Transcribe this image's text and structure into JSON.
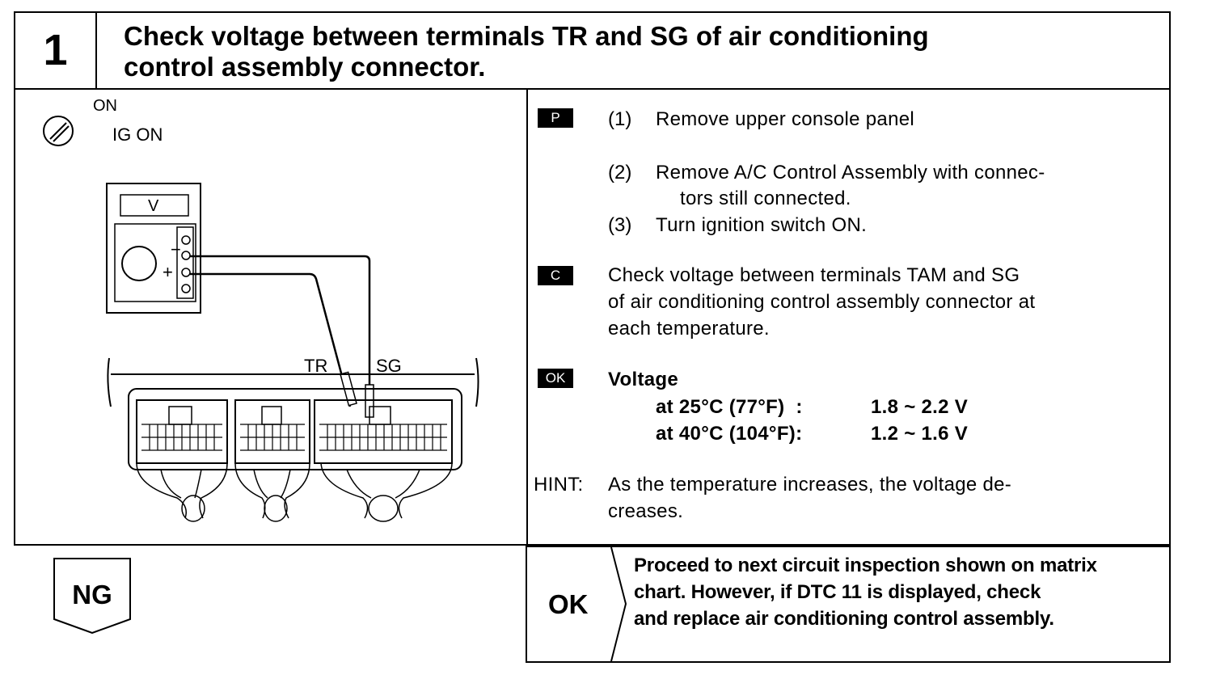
{
  "header": {
    "step_number": "1",
    "title_line1": "Check voltage between terminals TR and SG of air conditioning",
    "title_line2": "control assembly connector."
  },
  "illustration": {
    "ignition_on": "ON",
    "ignition_label": "IG ON",
    "meter_unit": "V",
    "minus": "−",
    "plus": "+",
    "terminal_tr": "TR",
    "terminal_sg": "SG"
  },
  "instructions": {
    "badge_p": "P",
    "step1_num": "(1)",
    "step1_text": "Remove upper console panel",
    "step2_num": "(2)",
    "step2_line1": "Remove A/C Control Assembly with connec-",
    "step2_line2": "tors still connected.",
    "step3_num": "(3)",
    "step3_text": "Turn ignition switch ON.",
    "badge_c": "C",
    "check_line1": "Check voltage between terminals TAM and SG",
    "check_line2": "of air conditioning control assembly connector at",
    "check_line3": "each temperature.",
    "badge_ok": "OK",
    "voltage_label": "Voltage",
    "spec1_temp": "at 25°C (77°F)  :",
    "spec1_value": "1.8 ~ 2.2 V",
    "spec2_temp": "at 40°C (104°F):",
    "spec2_value": "1.2 ~ 1.6 V",
    "hint_label": "HINT:",
    "hint_line1": "As the temperature increases, the voltage de-",
    "hint_line2": "creases."
  },
  "result": {
    "ng_label": "NG",
    "ok_label": "OK",
    "ok_line1": "Proceed to next circuit inspection shown on matrix",
    "ok_line2": "chart. However, if DTC 11 is displayed, check",
    "ok_line3": "and replace air conditioning control  assembly."
  }
}
